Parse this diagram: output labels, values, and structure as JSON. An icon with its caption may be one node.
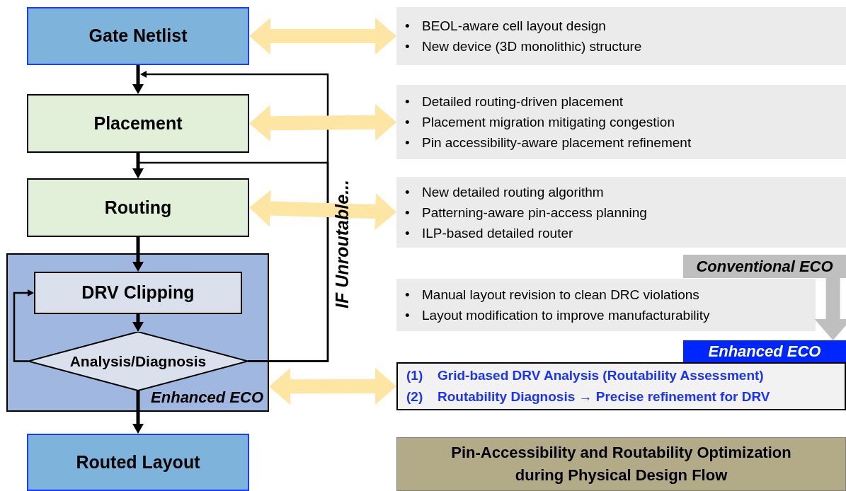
{
  "diagram": {
    "nodes": [
      {
        "text": [
          "Gate Netlist"
        ]
      },
      {
        "text": [
          "Placement"
        ]
      },
      {
        "text": [
          "Routing"
        ]
      },
      {
        "text": [
          "Enhanced ECO"
        ]
      },
      {
        "text": [
          "DRV Clipping"
        ],
        "in": 3
      },
      {
        "text": [
          "Analysis/Diagnosis"
        ],
        "in": 3
      },
      {
        "text": [
          "Routed Layout"
        ]
      },
      {
        "text": [
          "•",
          "BEOL-aware cell layout design",
          "•",
          "New device (3D monolithic) structure"
        ]
      },
      {
        "text": [
          "•",
          "Detailed routing-driven placement",
          "•",
          "Placement migration mitigating congestion",
          "•",
          "Pin accessibility-aware placement refinement"
        ]
      },
      {
        "text": [
          "•",
          "New detailed routing algorithm",
          "•",
          "Patterning-aware pin-access planning",
          "•",
          "ILP-based detailed router"
        ]
      },
      {
        "text": [
          "Conventional ECO"
        ]
      },
      {
        "text": [
          "•",
          "Manual layout revision to clean DRC violations",
          "•",
          "Layout modification to improve manufacturability"
        ]
      },
      {
        "text": [
          "Enhanced ECO"
        ]
      },
      {
        "text": [
          "(1)",
          "Grid-based DRV Analysis (Routability Assessment)",
          "(2)",
          "Routability Diagnosis → Precise refinement for DRV"
        ]
      },
      {
        "text": [
          "Pin-Accessibility and Routability Optimization during Physical Design Flow"
        ]
      }
    ],
    "edges": [
      {
        "from": 0,
        "to": 1,
        "arrow": "to"
      },
      {
        "from": 1,
        "to": 2,
        "arrow": "to"
      },
      {
        "from": 2,
        "to": 4,
        "arrow": "to"
      },
      {
        "from": 4,
        "to": 5,
        "arrow": "to"
      },
      {
        "from": 5,
        "to": 6,
        "arrow": "to"
      },
      {
        "from": 5,
        "to": 4,
        "arrow": "to"
      },
      {
        "from": 5,
        "to": 1,
        "arrow": "to",
        "label": "IF Unroutable..."
      },
      {
        "from": 5,
        "to": 2,
        "arrow": "to"
      },
      {
        "from": 0,
        "to": 7,
        "arrow": "both",
        "style": "thick",
        "color": "#fde5a4"
      },
      {
        "from": 1,
        "to": 8,
        "arrow": "both",
        "style": "thick",
        "color": "#fde5a4"
      },
      {
        "from": 2,
        "to": 9,
        "arrow": "both",
        "style": "thick",
        "color": "#fde5a4"
      },
      {
        "from": 3,
        "to": 13,
        "arrow": "both",
        "style": "thick",
        "color": "#fde5a4"
      },
      {
        "from": 10,
        "to": 12,
        "arrow": "to",
        "style": "thick",
        "color": "#bfbfbf"
      }
    ]
  }
}
